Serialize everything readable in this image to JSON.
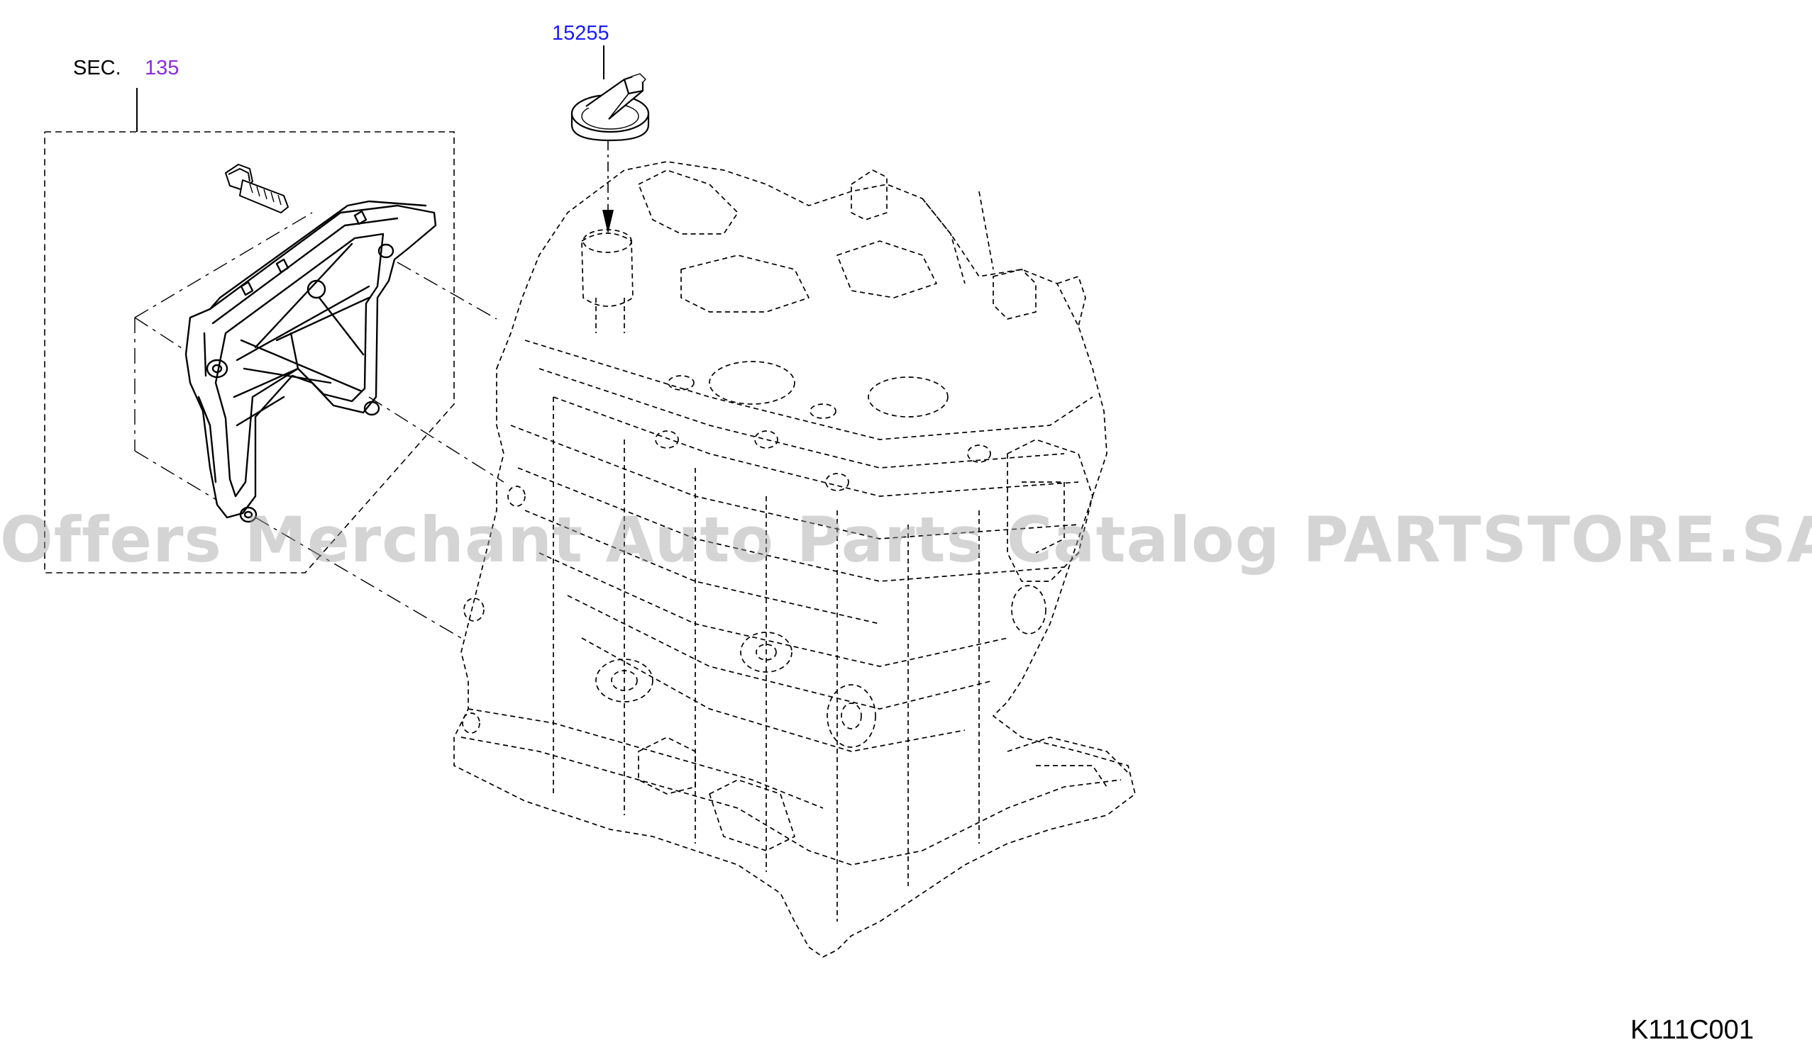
{
  "section_callout": {
    "prefix": "SEC.",
    "number": "135"
  },
  "part_callout": {
    "number": "15255"
  },
  "diagram_id": "K111C001",
  "watermark": "Offers Merchant Auto Parts Catalog PARTSTORE.SA",
  "colors": {
    "section_link": "#8a2be2",
    "part_link": "#1a1aff",
    "line": "#000000",
    "watermark": "#a0a0a0"
  },
  "icons": {
    "section_part": "bracket-cover-icon",
    "bolt": "bolt-icon",
    "cap": "filler-cap-icon",
    "engine": "engine-block-icon"
  }
}
